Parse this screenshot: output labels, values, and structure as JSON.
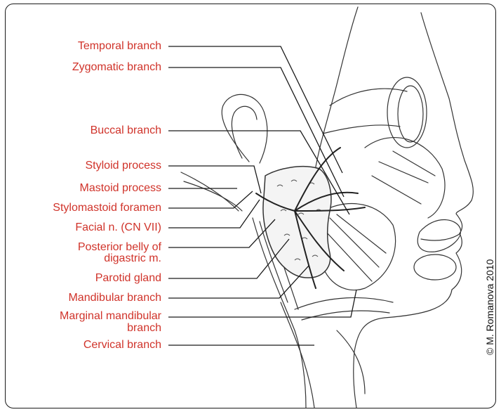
{
  "labels": {
    "temporal": "Temporal branch",
    "zygomatic": "Zygomatic branch",
    "buccal": "Buccal branch",
    "styloid": "Styloid process",
    "mastoid": "Mastoid process",
    "stylomastoid": "Stylomastoid foramen",
    "facial": "Facial n. (CN VII)",
    "posterior_belly_line1": "Posterior belly of",
    "posterior_belly_line2": "digastric m.",
    "parotid": "Parotid gland",
    "mandibular": "Mandibular branch",
    "marginal_line1": "Marginal mandibular",
    "marginal_line2": "branch",
    "cervical": "Cervical branch"
  },
  "copyright": "© M. Romanova 2010",
  "colors": {
    "label": "#d0332a",
    "line": "#1a1a1a"
  }
}
